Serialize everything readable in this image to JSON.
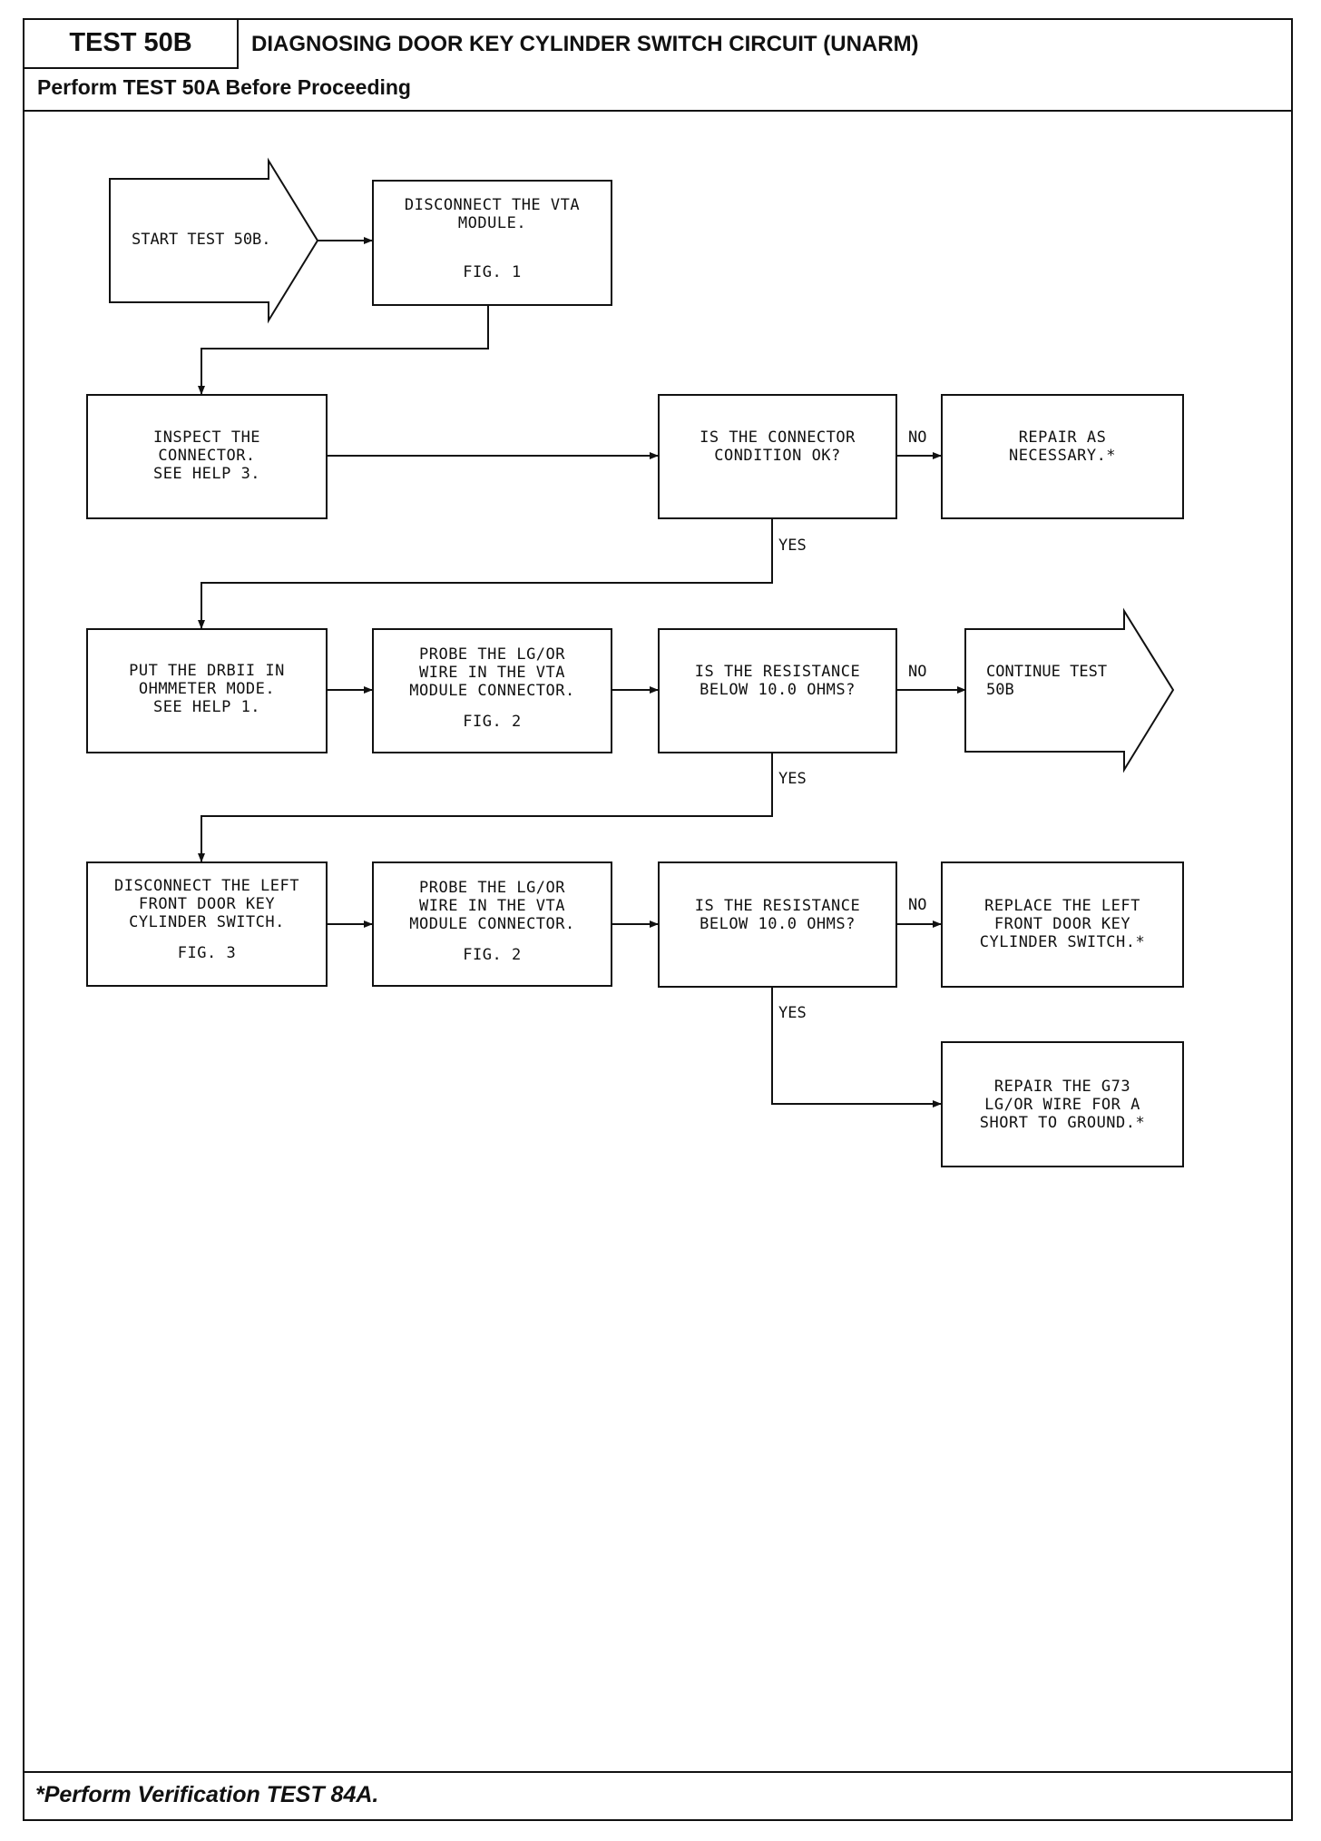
{
  "header": {
    "test_id": "TEST 50B",
    "title": "DIAGNOSING DOOR KEY CYLINDER SWITCH CIRCUIT (UNARM)",
    "subtitle": "Perform TEST 50A Before Proceeding"
  },
  "footer": {
    "note": "*Perform Verification TEST 84A."
  },
  "flow": {
    "start": "START TEST 50B.",
    "disconnect_vta": {
      "text": "DISCONNECT THE VTA\nMODULE.",
      "fig": "FIG. 1"
    },
    "inspect_connector": {
      "text": "INSPECT THE\nCONNECTOR.\nSEE HELP 3."
    },
    "connector_ok": {
      "text": "IS THE CONNECTOR\nCONDITION OK?"
    },
    "repair_necessary": {
      "text": "REPAIR AS\nNECESSARY.*"
    },
    "put_drbii": {
      "text": "PUT THE DRBII IN\nOHMMETER MODE.\nSEE HELP 1."
    },
    "probe_1": {
      "text": "PROBE THE LG/OR\nWIRE IN THE VTA\nMODULE CONNECTOR.",
      "fig": "FIG. 2"
    },
    "resistance_1": {
      "text": "IS THE RESISTANCE\nBELOW 10.0 OHMS?"
    },
    "continue_test": "CONTINUE TEST\n50B",
    "disconnect_left": {
      "text": "DISCONNECT THE LEFT\nFRONT DOOR KEY\nCYLINDER SWITCH.",
      "fig": "FIG. 3"
    },
    "probe_2": {
      "text": "PROBE THE LG/OR\nWIRE IN THE VTA\nMODULE CONNECTOR.",
      "fig": "FIG. 2"
    },
    "resistance_2": {
      "text": "IS THE RESISTANCE\nBELOW 10.0 OHMS?"
    },
    "replace_switch": {
      "text": "REPLACE THE LEFT\nFRONT DOOR KEY\nCYLINDER SWITCH.*"
    },
    "repair_g73": {
      "text": "REPAIR THE G73\nLG/OR WIRE FOR A\nSHORT TO GROUND.*"
    },
    "labels": {
      "no": "NO",
      "yes": "YES"
    }
  }
}
